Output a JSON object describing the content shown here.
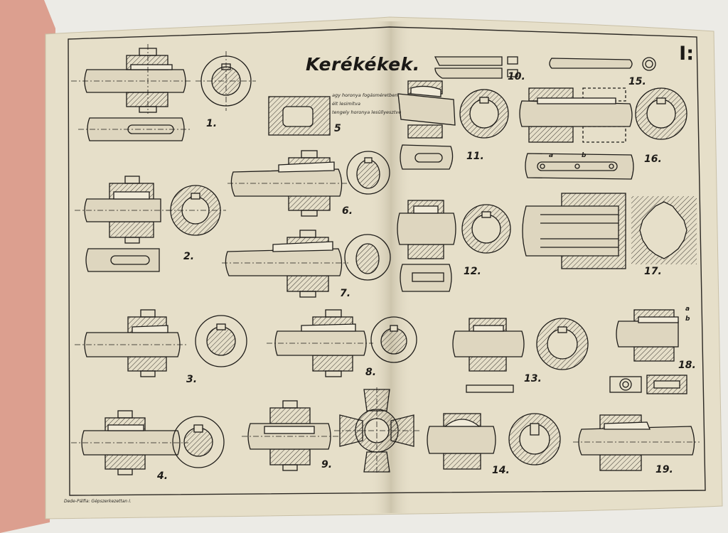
{
  "document": {
    "title": "Kerékékek.",
    "sheet_label": "I:",
    "notes": [
      "agy horonya fogásméretben",
      "élt lesimítva",
      "tengely horonya lesüllyesztve"
    ],
    "figure_labels": [
      "1.",
      "2.",
      "3.",
      "4.",
      "5",
      "6.",
      "7.",
      "8.",
      "9.",
      "10.",
      "11.",
      "12.",
      "13.",
      "14.",
      "15.",
      "16.",
      "17.",
      "18.",
      "19."
    ],
    "sub_labels": [
      "a",
      "b",
      "a",
      "b"
    ],
    "footer": "Dede-Pálfia: Gépszerkezettan I.",
    "colors": {
      "paper": "#e6dfc9",
      "paper_shadow": "#cfc7af",
      "cover": "#dc9f8f",
      "ink": "#1e1c19",
      "background": "#ecebe6"
    }
  }
}
